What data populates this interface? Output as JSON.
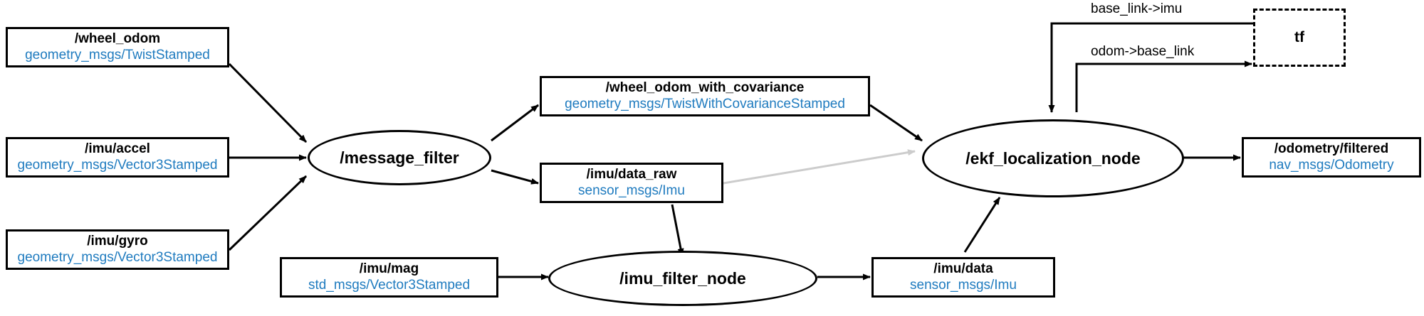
{
  "diagram": {
    "title": "ROS rqt_graph node/topic graph",
    "colors": {
      "stroke": "#000000",
      "topic_type_text": "#1f7bbf",
      "faded_edge": "#cccccc",
      "background": "#ffffff"
    },
    "topics": [
      {
        "id": "wheel_odom",
        "name": "/wheel_odom",
        "type": "geometry_msgs/TwistStamped"
      },
      {
        "id": "imu_accel",
        "name": "/imu/accel",
        "type": "geometry_msgs/Vector3Stamped"
      },
      {
        "id": "imu_gyro",
        "name": "/imu/gyro",
        "type": "geometry_msgs/Vector3Stamped"
      },
      {
        "id": "wheel_odom_with_covariance",
        "name": "/wheel_odom_with_covariance",
        "type": "geometry_msgs/TwistWithCovarianceStamped"
      },
      {
        "id": "imu_data_raw",
        "name": "/imu/data_raw",
        "type": "sensor_msgs/Imu"
      },
      {
        "id": "imu_mag",
        "name": "/imu/mag",
        "type": "std_msgs/Vector3Stamped"
      },
      {
        "id": "imu_data",
        "name": "/imu/data",
        "type": "sensor_msgs/Imu"
      },
      {
        "id": "odometry_filtered",
        "name": "/odometry/filtered",
        "type": "nav_msgs/Odometry"
      }
    ],
    "nodes": [
      {
        "id": "message_filter",
        "name": "/message_filter"
      },
      {
        "id": "imu_filter_node",
        "name": "/imu_filter_node"
      },
      {
        "id": "ekf_localization_node",
        "name": "/ekf_localization_node"
      }
    ],
    "special_nodes": [
      {
        "id": "tf",
        "name": "tf",
        "style": "dashed"
      }
    ],
    "edge_labels": [
      {
        "id": "base_link_to_imu",
        "text": "base_link->imu"
      },
      {
        "id": "odom_to_base_link",
        "text": "odom->base_link"
      }
    ],
    "edges": [
      {
        "from": "wheel_odom",
        "to": "message_filter"
      },
      {
        "from": "imu_accel",
        "to": "message_filter"
      },
      {
        "from": "imu_gyro",
        "to": "message_filter"
      },
      {
        "from": "message_filter",
        "to": "wheel_odom_with_covariance"
      },
      {
        "from": "message_filter",
        "to": "imu_data_raw"
      },
      {
        "from": "wheel_odom_with_covariance",
        "to": "ekf_localization_node"
      },
      {
        "from": "imu_data_raw",
        "to": "ekf_localization_node",
        "style": "faded"
      },
      {
        "from": "imu_data_raw",
        "to": "imu_filter_node"
      },
      {
        "from": "imu_mag",
        "to": "imu_filter_node"
      },
      {
        "from": "imu_filter_node",
        "to": "imu_data"
      },
      {
        "from": "imu_data",
        "to": "ekf_localization_node"
      },
      {
        "from": "ekf_localization_node",
        "to": "odometry_filtered"
      },
      {
        "from": "tf",
        "to": "ekf_localization_node",
        "label": "base_link->imu"
      },
      {
        "from": "ekf_localization_node",
        "to": "tf",
        "label": "odom->base_link"
      }
    ]
  }
}
